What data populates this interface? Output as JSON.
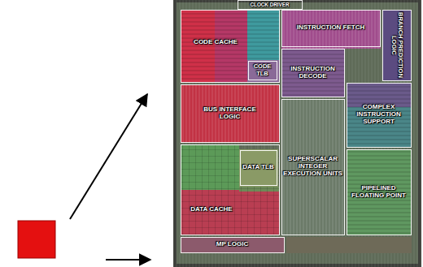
{
  "diagram": {
    "nodes": [
      {
        "text": [
          "CLOCK DRIVER"
        ]
      },
      {
        "text": [
          "CODE CACHE"
        ]
      },
      {
        "text": [
          "CODE TLB"
        ],
        "in": 1
      },
      {
        "text": [
          "INSTRUCTION FETCH"
        ]
      },
      {
        "text": [
          "BRANCH PREDICTION LOGIC"
        ]
      },
      {
        "text": [
          "INSTRUCTION DECODE"
        ]
      },
      {
        "text": [
          "BUS INTERFACE LOGIC"
        ]
      },
      {
        "text": [
          "COMPLEX INSTRUCTION SUPPORT"
        ]
      },
      {
        "text": [
          "DATA CACHE"
        ]
      },
      {
        "text": [
          "DATA TLB"
        ],
        "in": 8
      },
      {
        "text": [
          "SUPERSCALAR INTEGER EXECUTION UNITS"
        ]
      },
      {
        "text": [
          "PIPELINED FLOATING POINT"
        ]
      },
      {
        "text": [
          "MP LOGIC"
        ]
      }
    ]
  }
}
